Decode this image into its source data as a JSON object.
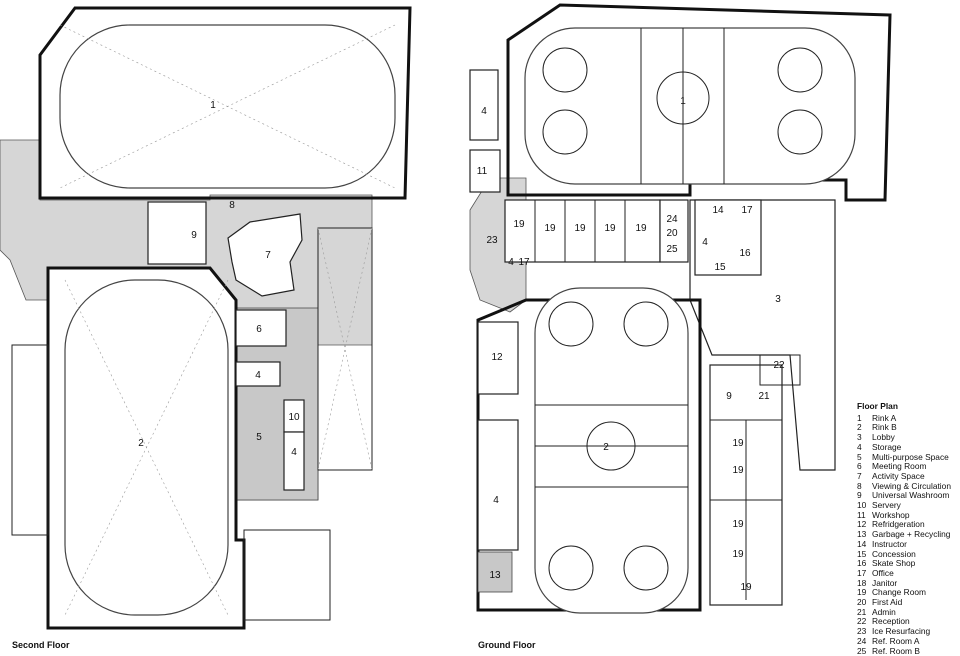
{
  "captions": {
    "second_floor": "Second Floor",
    "ground_floor": "Ground Floor"
  },
  "second_floor_labels": {
    "rink_a": "1",
    "rink_b": "2",
    "activity": "7",
    "viewing": "8",
    "washroom": "9",
    "meeting": "6",
    "storage_a": "4",
    "multipurpose": "5",
    "servery": "10",
    "storage_b": "4"
  },
  "ground_floor_labels": {
    "rink_a": "1",
    "rink_b": "2",
    "lobby": "3",
    "storage_a": "4",
    "storage_b": "4",
    "storage_c": "4",
    "workshop": "11",
    "refrigeration": "12",
    "garbage": "13",
    "instructor": "14",
    "concession": "15",
    "skate_shop": "16",
    "office": "17",
    "office_b": "17",
    "change_1": "19",
    "change_2": "19",
    "change_3": "19",
    "change_4": "19",
    "change_5": "19",
    "change_6": "19",
    "change_7": "19",
    "change_8": "19",
    "change_9": "19",
    "first_aid": "20",
    "admin": "21",
    "reception": "22",
    "ice_resurfacing": "23",
    "ref_a": "24",
    "ref_b": "25",
    "janitor": "9"
  },
  "legend": {
    "title": "Floor Plan",
    "items": [
      {
        "num": "1",
        "label": "Rink A"
      },
      {
        "num": "2",
        "label": "Rink B"
      },
      {
        "num": "3",
        "label": "Lobby"
      },
      {
        "num": "4",
        "label": "Storage"
      },
      {
        "num": "5",
        "label": "Multi-purpose Space"
      },
      {
        "num": "6",
        "label": "Meeting Room"
      },
      {
        "num": "7",
        "label": "Activity Space"
      },
      {
        "num": "8",
        "label": "Viewing & Circulation"
      },
      {
        "num": "9",
        "label": "Universal Washroom"
      },
      {
        "num": "10",
        "label": "Servery"
      },
      {
        "num": "11",
        "label": "Workshop"
      },
      {
        "num": "12",
        "label": "Refridgeration"
      },
      {
        "num": "13",
        "label": "Garbage + Recycling"
      },
      {
        "num": "14",
        "label": "Instructor"
      },
      {
        "num": "15",
        "label": "Concession"
      },
      {
        "num": "16",
        "label": "Skate Shop"
      },
      {
        "num": "17",
        "label": "Office"
      },
      {
        "num": "18",
        "label": "Janitor"
      },
      {
        "num": "19",
        "label": "Change Room"
      },
      {
        "num": "20",
        "label": "First Aid"
      },
      {
        "num": "21",
        "label": "Admin"
      },
      {
        "num": "22",
        "label": "Reception"
      },
      {
        "num": "23",
        "label": "Ice Resurfacing"
      },
      {
        "num": "24",
        "label": "Ref. Room A"
      },
      {
        "num": "25",
        "label": "Ref. Room B"
      }
    ]
  }
}
